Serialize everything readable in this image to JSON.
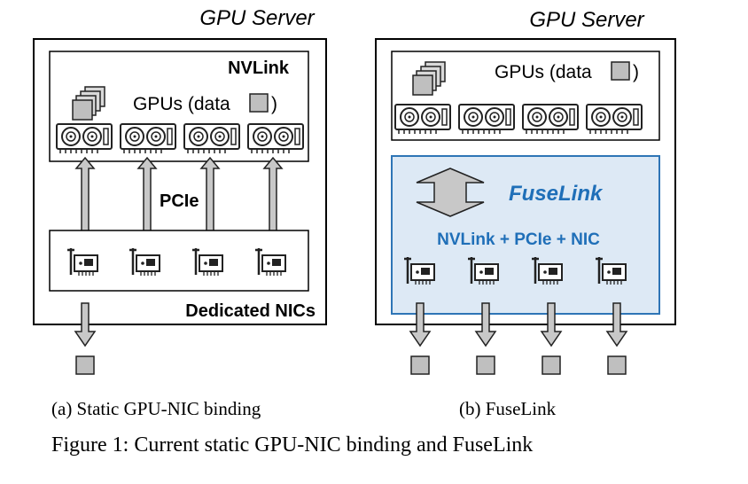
{
  "left_panel": {
    "server_title": "GPU Server",
    "nvlink_label": "NVLink",
    "gpus_label_prefix": "GPUs (data",
    "gpus_label_suffix": ")",
    "pcie_label": "PCIe",
    "nics_label": "Dedicated NICs",
    "caption": "(a) Static GPU-NIC binding"
  },
  "right_panel": {
    "server_title": "GPU Server",
    "gpus_label_prefix": "GPUs (data",
    "gpus_label_suffix": ")",
    "fuselink_label": "FuseLink",
    "fuselink_sub": "NVLink + PCIe + NIC",
    "caption": "(b) FuseLink"
  },
  "figure_caption": "Figure 1: Current static GPU-NIC binding and FuseLink",
  "colors": {
    "fuselink_text": "#1f6fb8",
    "fuselink_fill": "#dde9f5",
    "fuselink_border": "#2e75b6",
    "arrow_fill": "#c8c8c8",
    "data_square": "#bfbfbf"
  },
  "icons": [
    "gpu-card-icon",
    "nic-card-icon",
    "data-stack-icon",
    "double-arrow-icon",
    "down-arrow-icon",
    "data-square-icon"
  ]
}
